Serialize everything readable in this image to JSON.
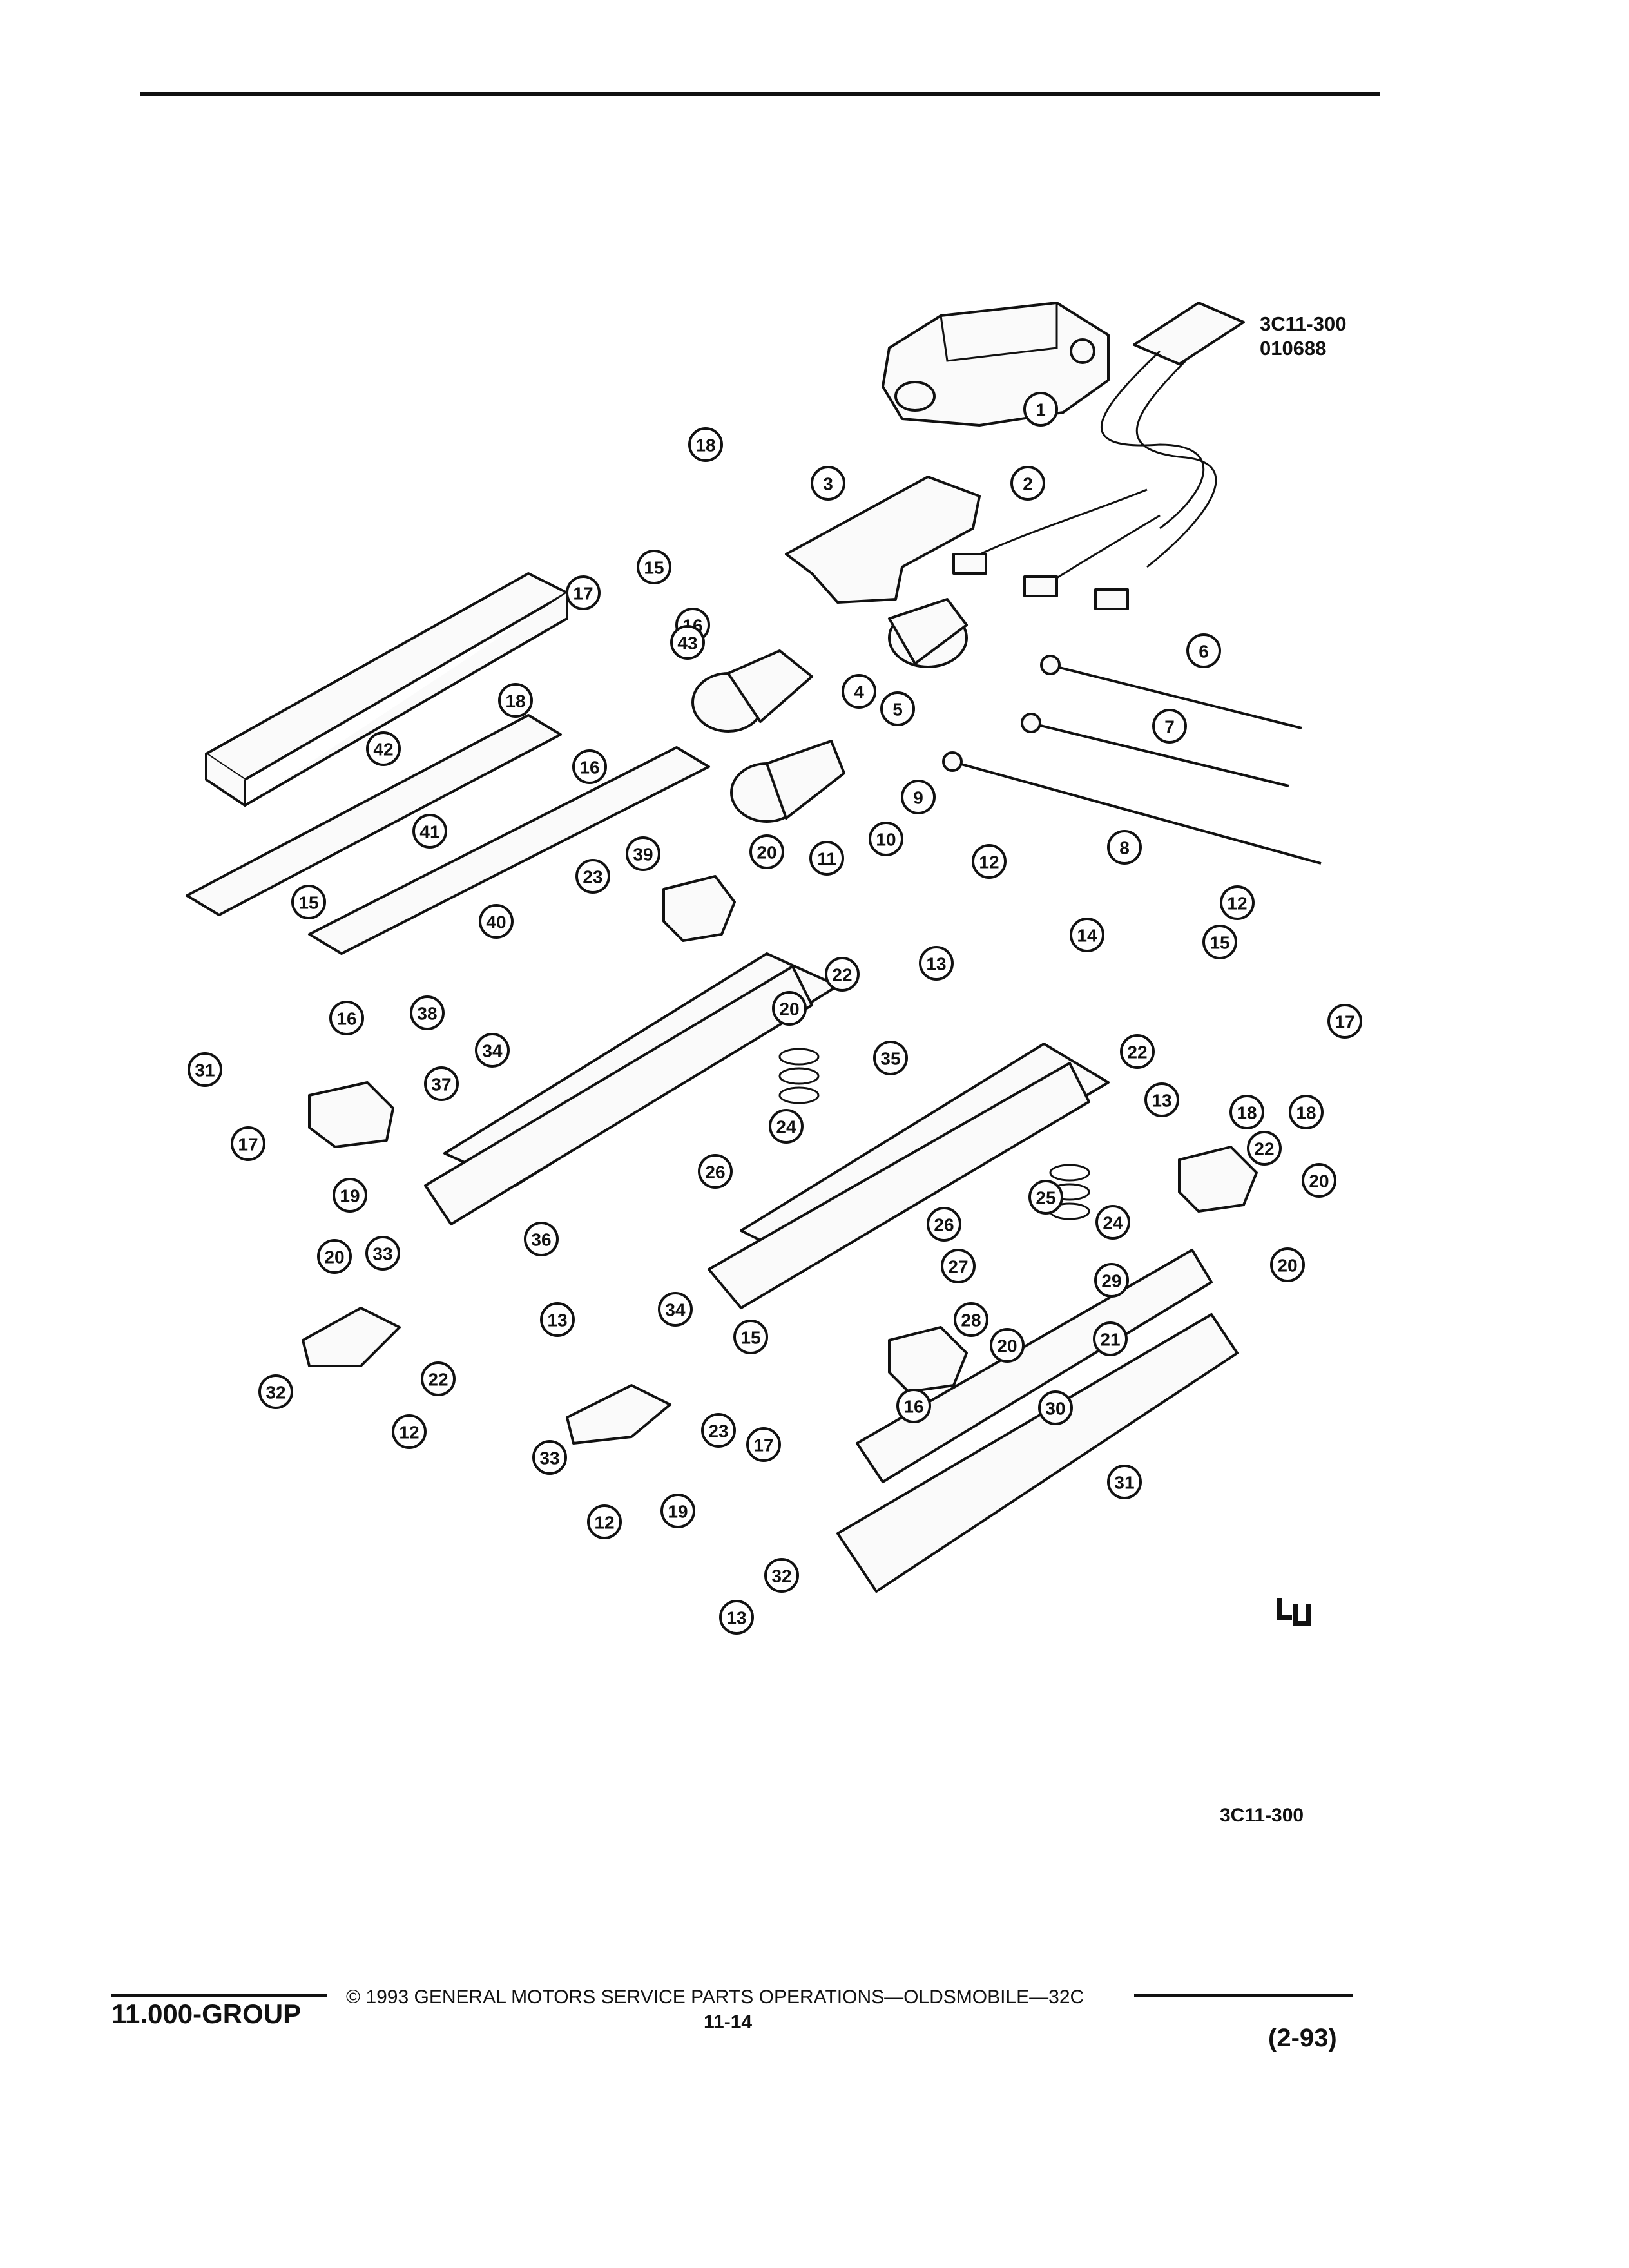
{
  "header": {
    "figure_code": "3C11-300",
    "figure_date": "010688"
  },
  "figure_label": "3C11-300",
  "callouts": [
    "1",
    "2",
    "3",
    "4",
    "5",
    "6",
    "7",
    "8",
    "9",
    "10",
    "11",
    "12",
    "12",
    "12",
    "12",
    "13",
    "13",
    "13",
    "13",
    "14",
    "15",
    "15",
    "15",
    "15",
    "16",
    "16",
    "16",
    "16",
    "17",
    "17",
    "17",
    "17",
    "18",
    "18",
    "18",
    "18",
    "19",
    "19",
    "20",
    "20",
    "20",
    "20",
    "20",
    "20",
    "21",
    "22",
    "22",
    "22",
    "22",
    "23",
    "23",
    "24",
    "24",
    "25",
    "26",
    "26",
    "27",
    "28",
    "29",
    "30",
    "31",
    "31",
    "32",
    "32",
    "33",
    "33",
    "34",
    "34",
    "35",
    "36",
    "37",
    "38",
    "39",
    "40",
    "41",
    "42",
    "43"
  ],
  "logo_mark": "GM service parts logo",
  "footer": {
    "group": "11.000-GROUP",
    "copyright": "© 1993 GENERAL MOTORS SERVICE PARTS OPERATIONS—OLDSMOBILE—32C",
    "page": "11-14",
    "revision": "(2-93)"
  }
}
